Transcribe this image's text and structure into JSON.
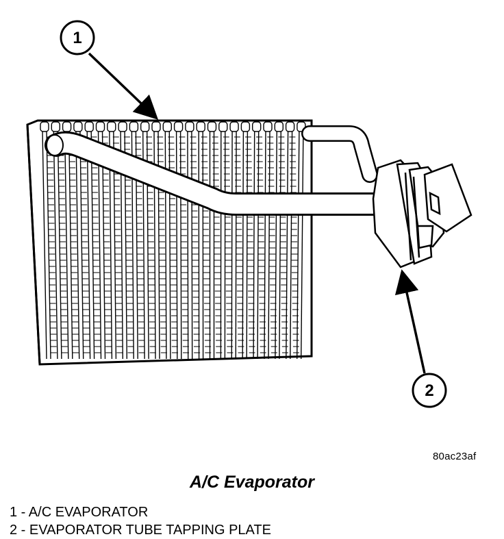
{
  "callouts": [
    "1",
    "2"
  ],
  "figure_id": "80ac23af",
  "title": "A/C Evaporator",
  "legend": [
    "1 - A/C EVAPORATOR",
    "2 - EVAPORATOR TUBE TAPPING PLATE"
  ]
}
